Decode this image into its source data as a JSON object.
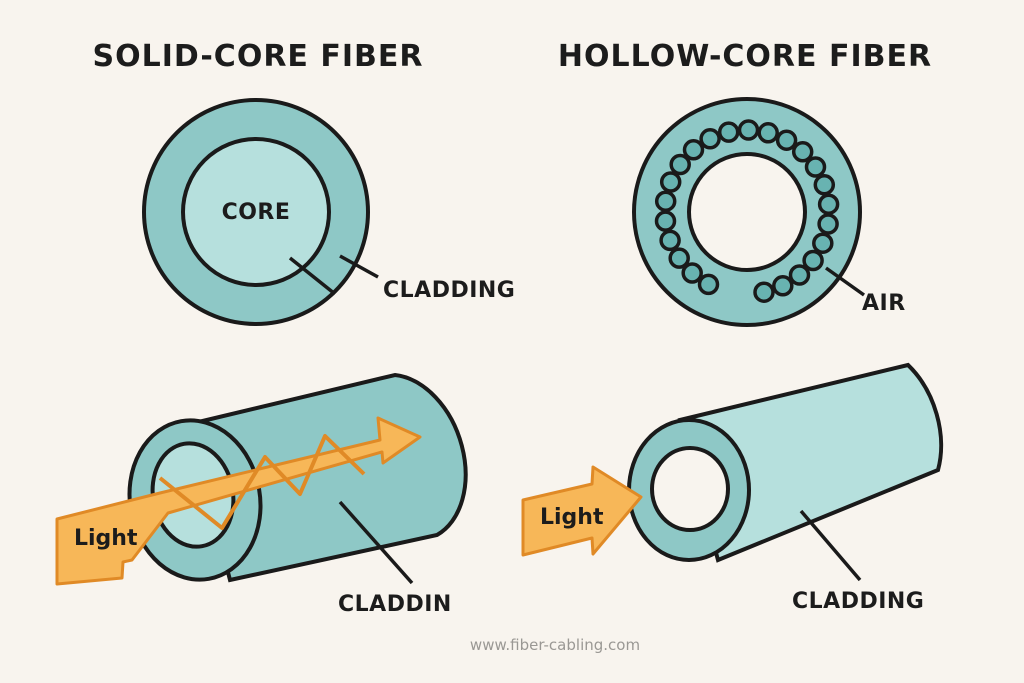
{
  "panels": {
    "solid_core": {
      "title": "SOLID-CORE FIBER",
      "cross_section": {
        "core_label": "CORE",
        "cladding_label": "CLADDING"
      },
      "side_view": {
        "light_label": "Light",
        "cladding_label": "CLADDIN"
      }
    },
    "hollow_core": {
      "title": "HOLLOW-CORE FIBER",
      "cross_section": {
        "air_label": "AIR",
        "hole_count": 24
      },
      "side_view": {
        "light_label": "Light",
        "cladding_label": "CLADDING"
      }
    }
  },
  "colors": {
    "background": "#f8f4ee",
    "cladding": "#8ec8c6",
    "core": "#b6e0dd",
    "light": "#f7b758",
    "light_outline": "#e08a26",
    "outline": "#1a1a1a"
  },
  "footer": {
    "website": "www.fiber-cabling.com"
  }
}
